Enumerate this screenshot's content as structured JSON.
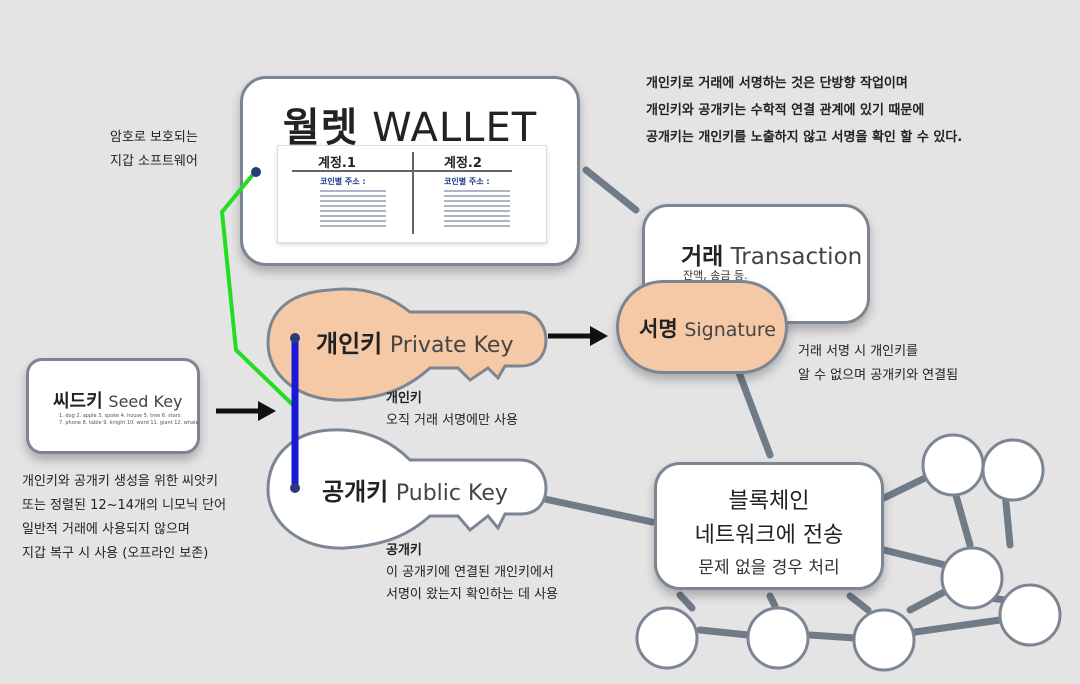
{
  "wallet": {
    "title_ko": "월렛",
    "title_en": "WALLET",
    "account1": "계정.1",
    "account2": "계정.2",
    "address_label1": "코인별 주소 :",
    "address_label2": "코인별 주소 :"
  },
  "wallet_note": {
    "line1": "암호로 보호되는",
    "line2": "지갑 소프트웨어"
  },
  "top_note": {
    "line1": "개인키로 거래에 서명하는 것은 단방향 작업이며",
    "line2": "개인키와 공개키는 수학적 연결 관계에 있기 때문에",
    "line3": "공개키는 개인키를 노출하지 않고 서명을 확인 할 수 있다."
  },
  "transaction": {
    "title_ko": "거래",
    "title_en": "Transaction",
    "sub": "잔액, 송금 등."
  },
  "signature": {
    "title_ko": "서명",
    "title_en": "Signature"
  },
  "signature_note": {
    "line1": "거래 서명 시 개인키를",
    "line2": "알 수 없으며 공개키와 연결됨"
  },
  "seed": {
    "title_ko": "씨드키",
    "title_en": "Seed Key",
    "words1": "1. dog   2. apple  3. spoke  4. house  5. tree   6. stars",
    "words2": "7. phone  8. table  9. knight  10. word  11. giant  12. whale"
  },
  "seed_note": {
    "line1": "개인키와 공개키 생성을 위한 씨앗키",
    "line2": "또는 정렬된 12~14개의 니모닉 단어",
    "line3": "일반적 거래에 사용되지 않으며",
    "line4": "지갑 복구 시 사용 (오프라인 보존)"
  },
  "private_key": {
    "title_ko": "개인키",
    "title_en": "Private Key",
    "note_title": "개인키",
    "note_text": "오직 거래 서명에만 사용"
  },
  "public_key": {
    "title_ko": "공개키",
    "title_en": "Public Key",
    "note_title": "공개키",
    "note_line1": "이 공개키에 연결된 개인키에서",
    "note_line2": "서명이 왔는지 확인하는 데 사용"
  },
  "blockchain": {
    "line1": "블록체인",
    "line2": "네트워크에 전송",
    "line3": "문제 없을 경우 처리"
  },
  "colors": {
    "card_border": "#7c8693",
    "private_key_fill": "#f6c9a6",
    "link_green": "#22dd22",
    "link_blue": "#1a1ad6",
    "connector": "#6f7c88"
  }
}
